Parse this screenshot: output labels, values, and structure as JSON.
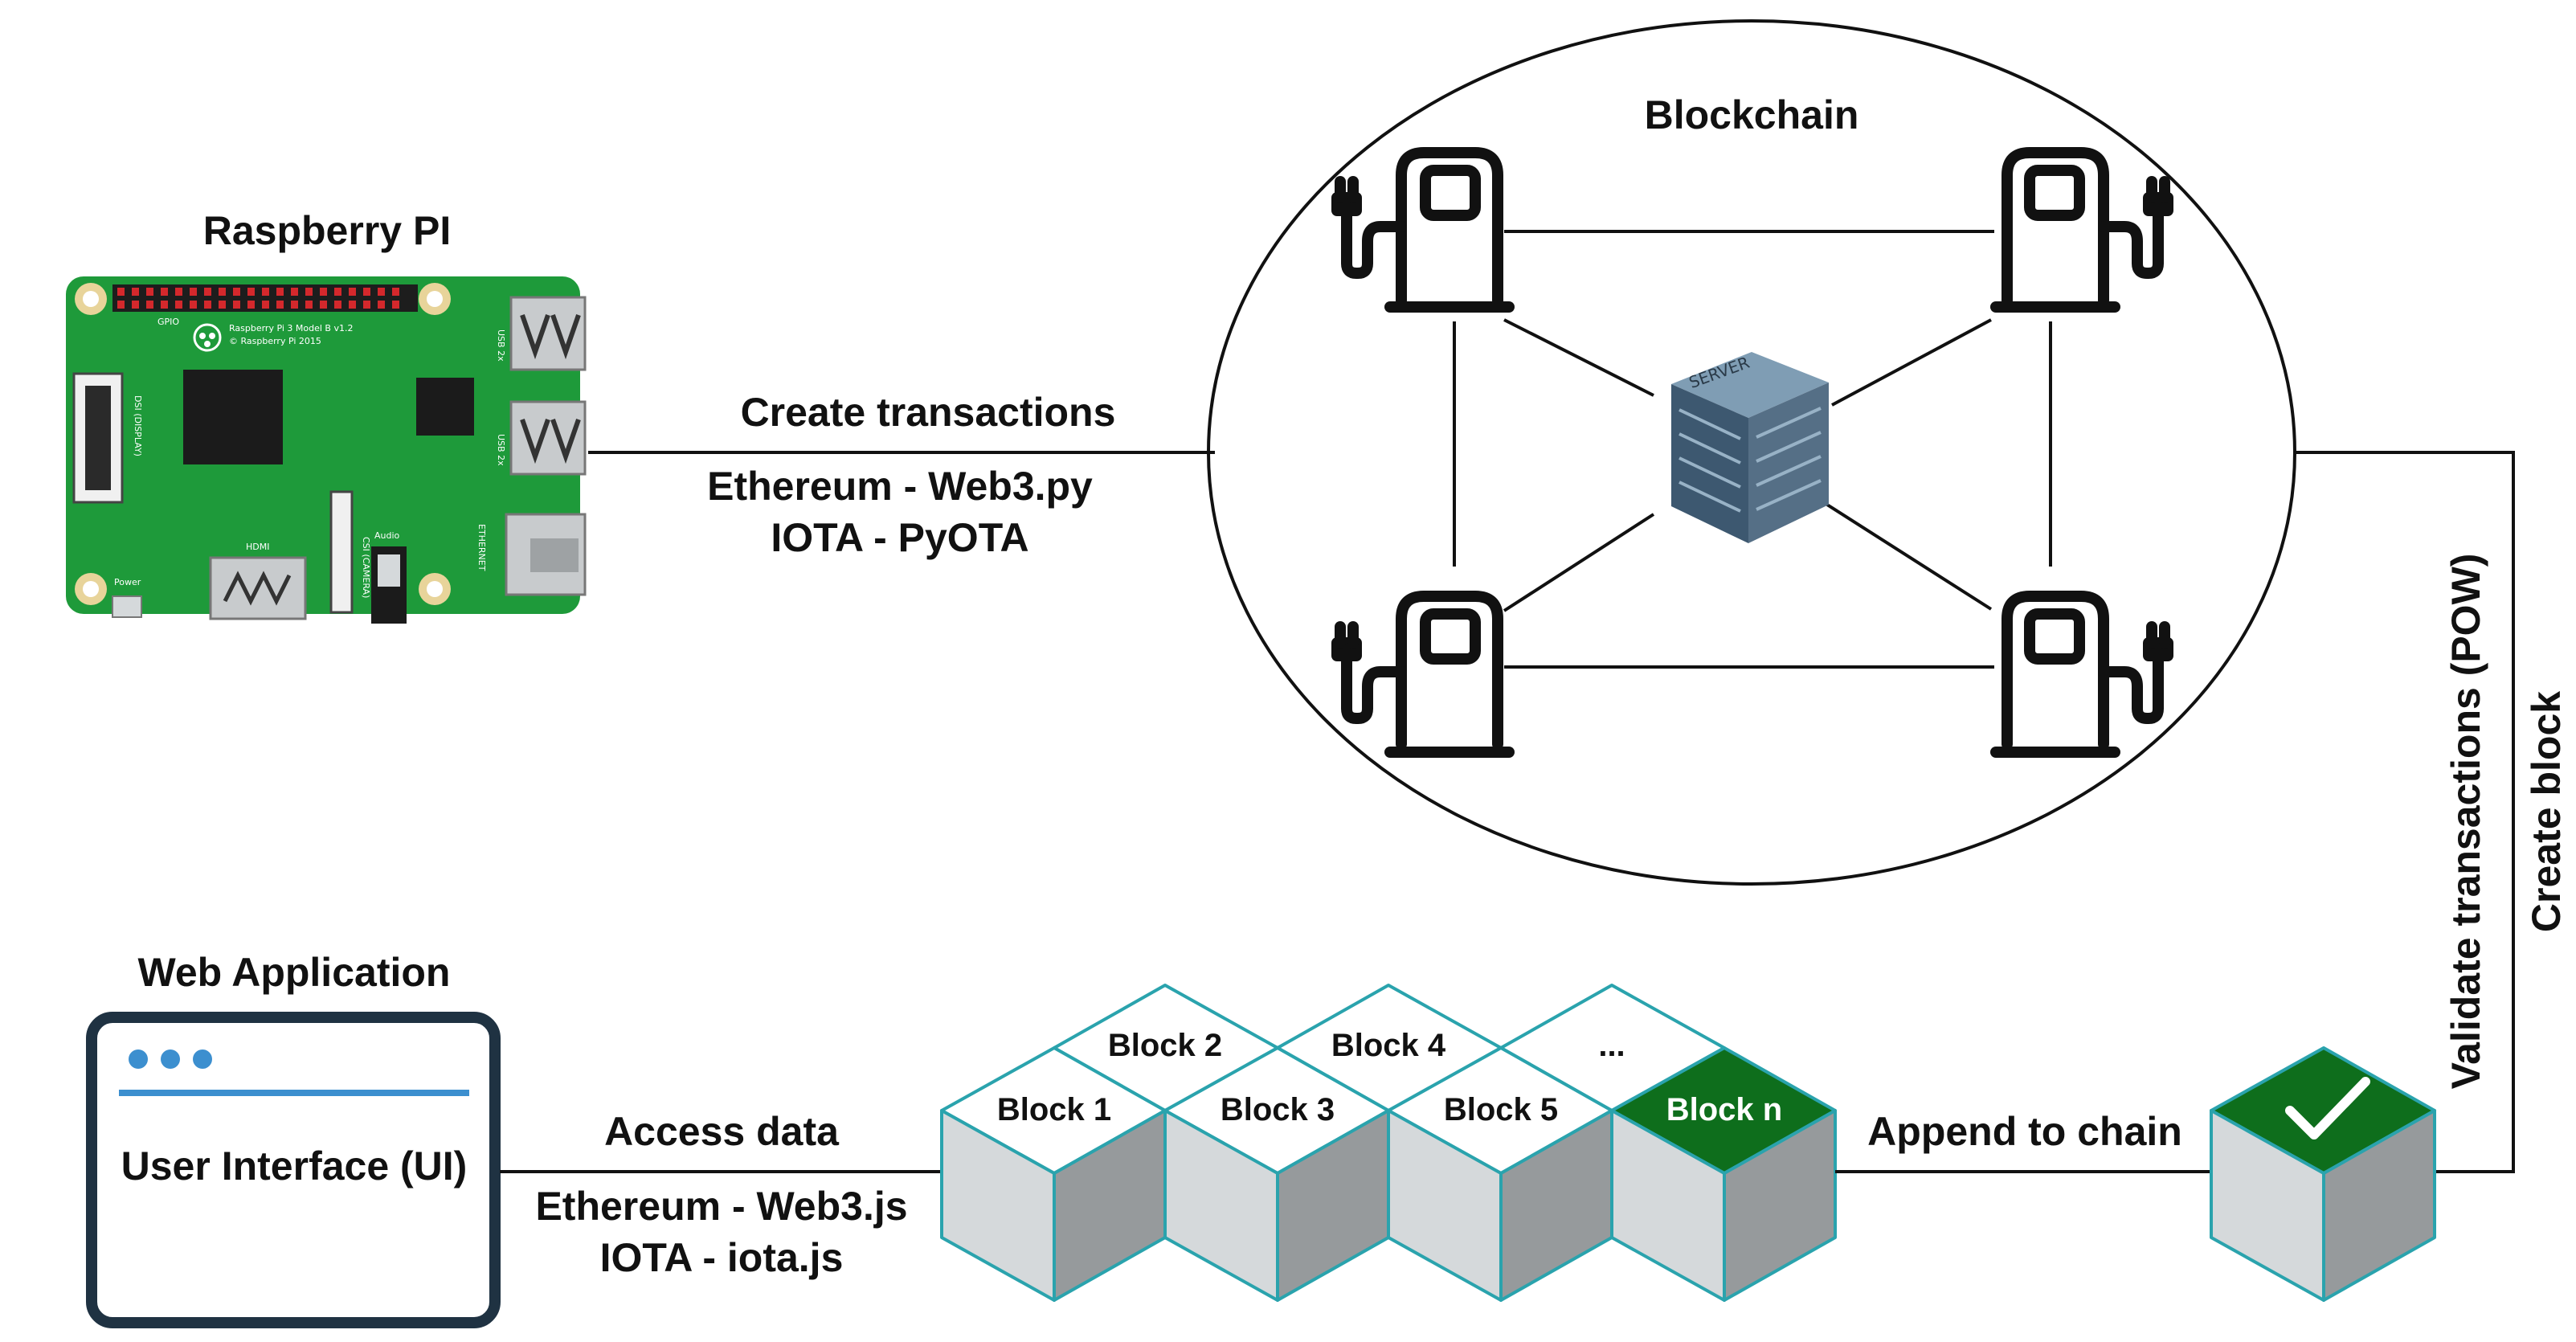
{
  "raspberry": {
    "title": "Raspberry PI",
    "board_text": "Raspberry Pi 3 Model B v1.2",
    "board_copy": "© Raspberry Pi 2015",
    "usb1": "USB 2x",
    "usb2": "USB 2x",
    "hdmi": "HDMI",
    "audio": "Audio",
    "power": "Power",
    "ethernet": "ETHERNET",
    "display": "DSI (DISPLAY)",
    "camera": "CSI (CAMERA)",
    "gpio": "GPIO"
  },
  "create_tx": {
    "label": "Create transactions",
    "line1": "Ethereum - Web3.py",
    "line2": "IOTA - PyOTA"
  },
  "blockchain": {
    "title": "Blockchain",
    "server_label": "SERVER"
  },
  "validate": {
    "label1": "Validate transactions (POW)",
    "label2": "Create block"
  },
  "web_app": {
    "title": "Web Application",
    "ui_label": "User Interface (UI)"
  },
  "access": {
    "label": "Access data",
    "line1": "Ethereum - Web3.js",
    "line2": "IOTA - iota.js"
  },
  "blocks": {
    "b1": "Block 1",
    "b2": "Block 2",
    "b3": "Block 3",
    "b4": "Block 4",
    "b5": "Block 5",
    "dots": "...",
    "bn": "Block n"
  },
  "append": {
    "label": "Append to chain"
  },
  "colors": {
    "pcb": "#1e9a3a",
    "block_top_accent": "#0e6e1c",
    "block_edge": "#2aa3ad",
    "block_left": "#d5d9db",
    "block_right": "#969a9c"
  }
}
